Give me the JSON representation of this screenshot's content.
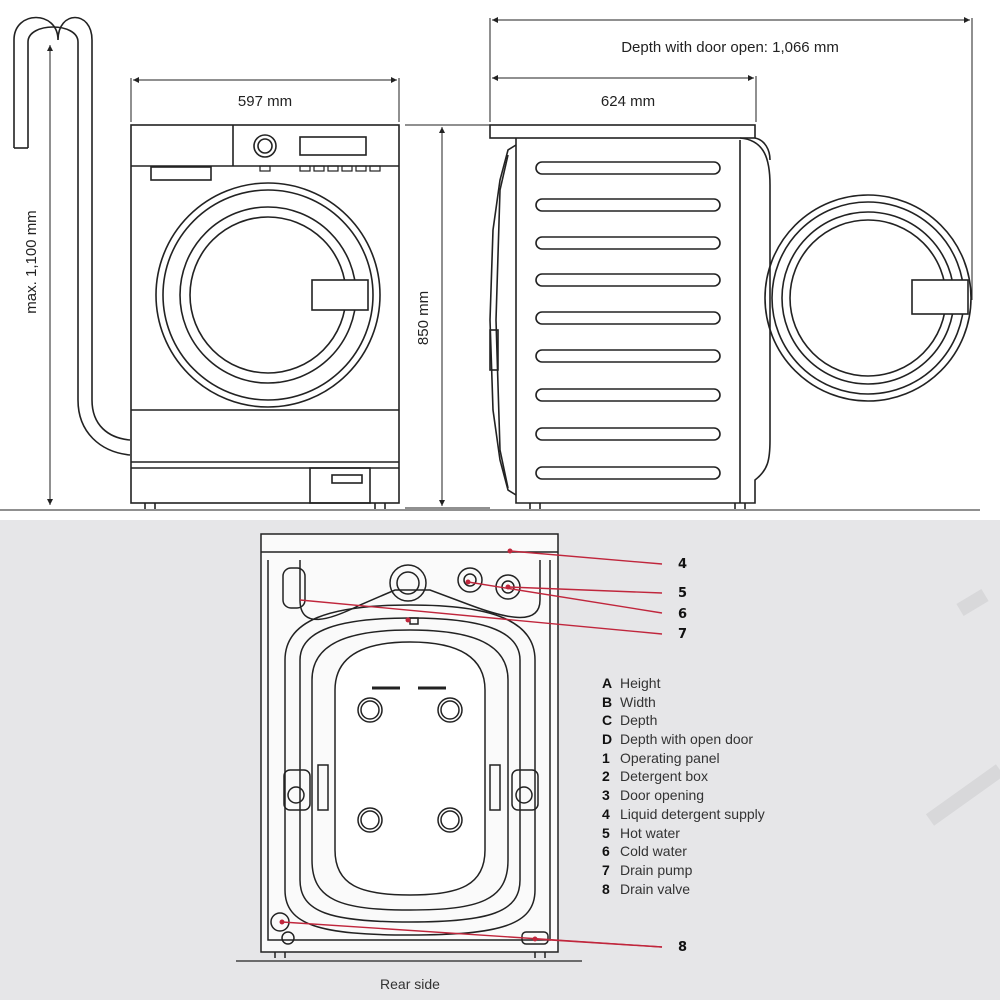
{
  "dimensions": {
    "depth_door_open": "Depth with door open: 1,066 mm",
    "width": "597 mm",
    "depth": "624 mm",
    "max_height": "max. 1,100 mm",
    "height": "850 mm"
  },
  "callouts": [
    "4",
    "5",
    "6",
    "7",
    "8"
  ],
  "legend": [
    {
      "key": "A",
      "label": "Height"
    },
    {
      "key": "B",
      "label": "Width"
    },
    {
      "key": "C",
      "label": "Depth"
    },
    {
      "key": "D",
      "label": "Depth with open door"
    },
    {
      "key": "1",
      "label": "Operating panel"
    },
    {
      "key": "2",
      "label": "Detergent box"
    },
    {
      "key": "3",
      "label": "Door opening"
    },
    {
      "key": "4",
      "label": "Liquid detergent supply"
    },
    {
      "key": "5",
      "label": "Hot water"
    },
    {
      "key": "6",
      "label": "Cold water"
    },
    {
      "key": "7",
      "label": "Drain pump"
    },
    {
      "key": "8",
      "label": "Drain valve"
    }
  ],
  "rear_label": "Rear side",
  "colors": {
    "line": "#222222",
    "callout_line": "#c0263c",
    "panel_bg": "#e6e6e8"
  }
}
